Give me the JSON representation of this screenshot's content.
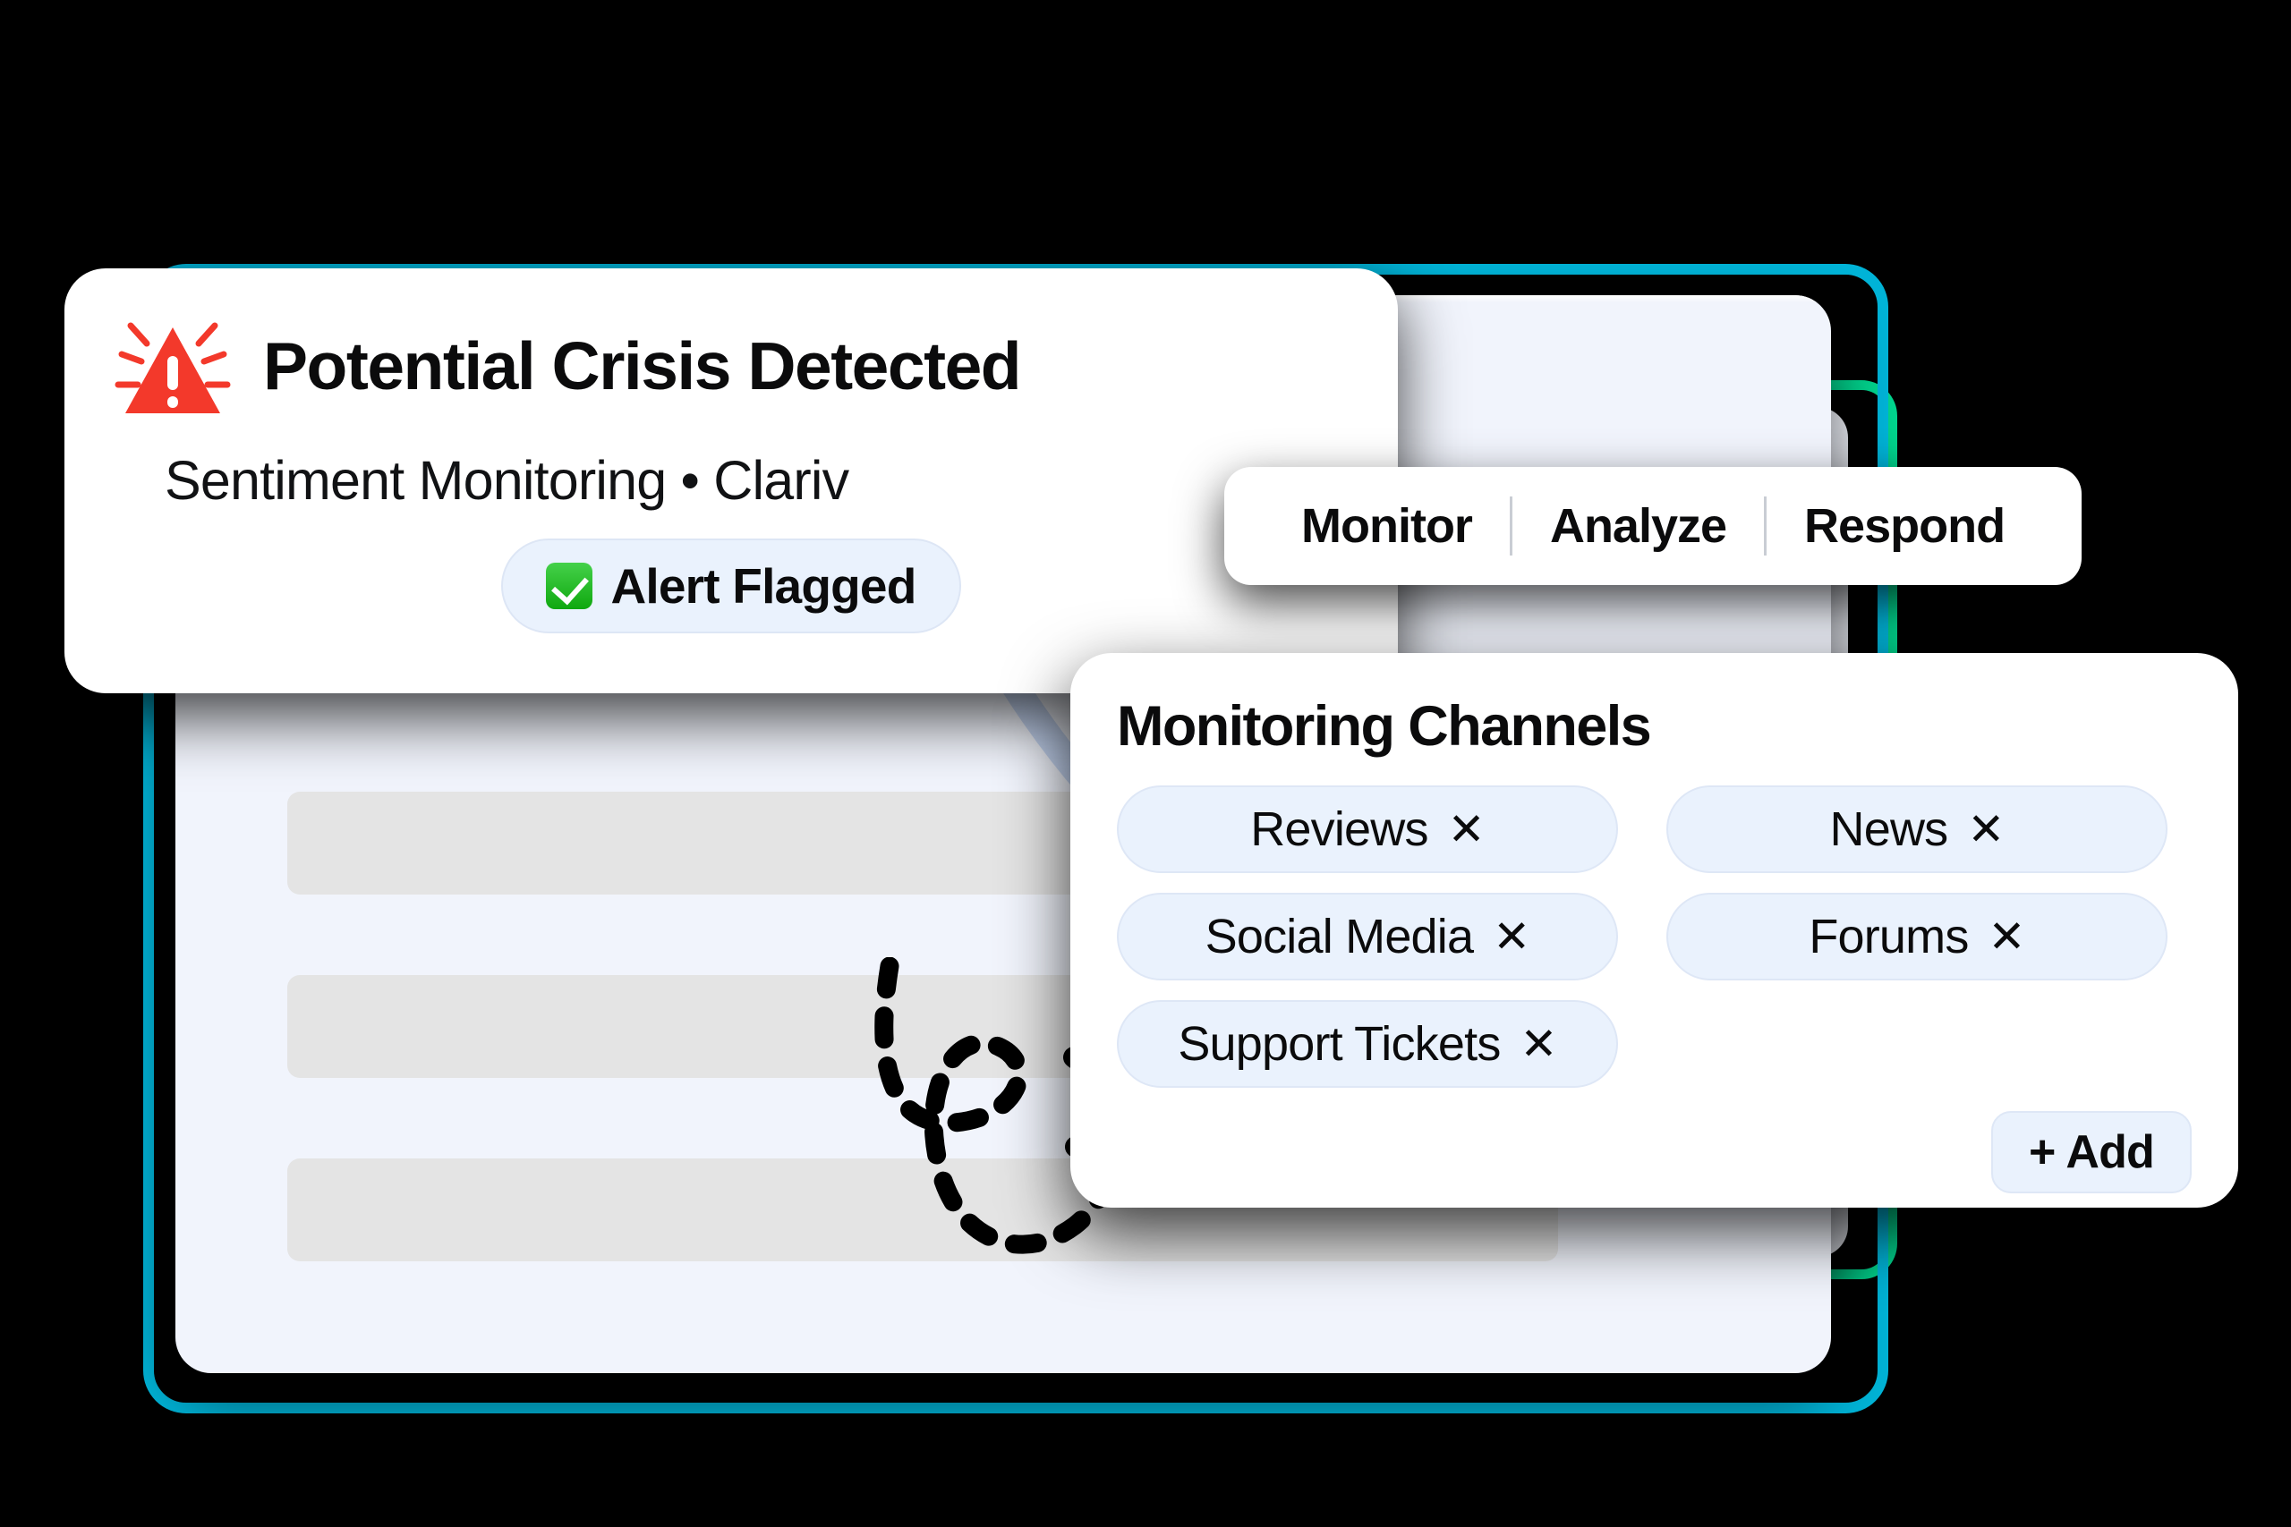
{
  "theme": {
    "background": "#000000",
    "accent_green": "#00D68F",
    "accent_cyan": "#00B4D8",
    "card_surface": "#F1F4FC",
    "panel_surface": "#FFFFFF",
    "pill_background": "#EAF2FD",
    "alert_red": "#F3392B",
    "placeholder_gray": "#E4E4E4",
    "swoosh_blue": "#C6D6F2"
  },
  "alert": {
    "icon": "rotating-light-icon",
    "title": "Potential Crisis Detected",
    "subtitle": "Sentiment Monitoring • Clariv",
    "status_pill": {
      "icon": "white-check-mark-icon",
      "label": "Alert Flagged"
    }
  },
  "tabbar": {
    "tabs": [
      {
        "label": "Monitor"
      },
      {
        "label": "Analyze"
      },
      {
        "label": "Respond"
      }
    ]
  },
  "channels_panel": {
    "title": "Monitoring Channels",
    "remove_glyph": "✕",
    "chips": [
      {
        "label": "Reviews"
      },
      {
        "label": "News"
      },
      {
        "label": "Social Media"
      },
      {
        "label": "Forums"
      },
      {
        "label": "Support Tickets"
      }
    ],
    "add_button": "+ Add"
  },
  "background_card": {
    "placeholder_rows": 4,
    "annotation": "dashed-loop-arrow"
  }
}
